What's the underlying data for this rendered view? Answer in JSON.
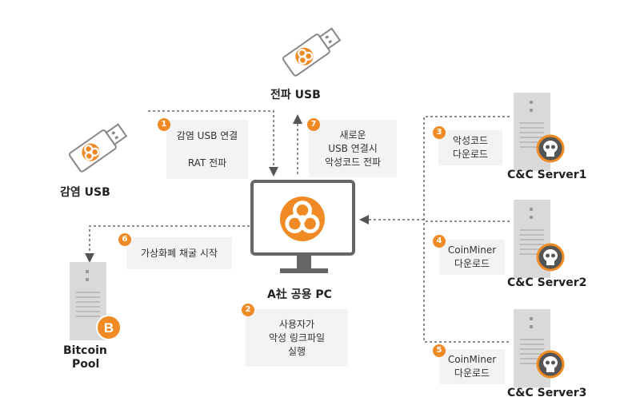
{
  "nodes": {
    "infected_usb": "감염 USB",
    "spread_usb": "전파 USB",
    "pc": "A社 공용 PC",
    "bitcoin_pool_line1": "Bitcoin",
    "bitcoin_pool_line2": "Pool",
    "server1": "C&C Server1",
    "server2": "C&C Server2",
    "server3": "C&C Server3"
  },
  "steps": [
    {
      "num": "1",
      "lines": [
        "감염 USB 연결",
        "",
        "RAT 전파"
      ]
    },
    {
      "num": "2",
      "lines": [
        "사용자가",
        "악성 링크파일",
        "실행"
      ]
    },
    {
      "num": "3",
      "lines": [
        "악성코드",
        "다운로드"
      ]
    },
    {
      "num": "4",
      "lines": [
        "CoinMiner",
        "다운로드"
      ]
    },
    {
      "num": "5",
      "lines": [
        "CoinMiner",
        "다운로드"
      ]
    },
    {
      "num": "6",
      "lines": [
        "가상화폐 채굴 시작"
      ]
    },
    {
      "num": "7",
      "lines": [
        "새로운",
        "USB 연결시",
        "악성코드 전파"
      ]
    }
  ],
  "colors": {
    "accent": "#f08a24",
    "server": "#d9d9d9",
    "skull_bg": "#555555",
    "monitor": "#666666",
    "line": "#666666",
    "note_bg": "#f3f3f3"
  },
  "icons": [
    "usb-drive-icon",
    "biohazard-icon",
    "server-icon",
    "skull-icon",
    "bitcoin-icon",
    "monitor-icon"
  ]
}
